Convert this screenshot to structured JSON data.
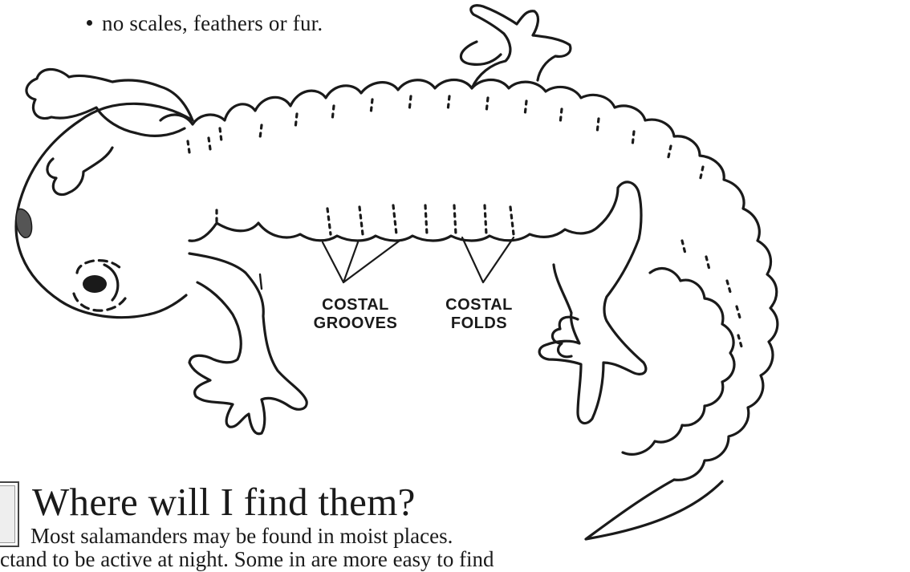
{
  "bullet": {
    "text": "no scales, feathers or fur."
  },
  "diagram": {
    "labels": {
      "costal_grooves_line1": "COSTAL",
      "costal_grooves_line2": "GROOVES",
      "costal_folds_line1": "COSTAL",
      "costal_folds_line2": "FOLDS"
    },
    "line_color": "#1a1a1a"
  },
  "section": {
    "heading": "Where will I find them?",
    "body_line1": "Most salamanders may be found in moist places.",
    "body_line2": "ctand to be active at night. Some in are more easy to find"
  }
}
